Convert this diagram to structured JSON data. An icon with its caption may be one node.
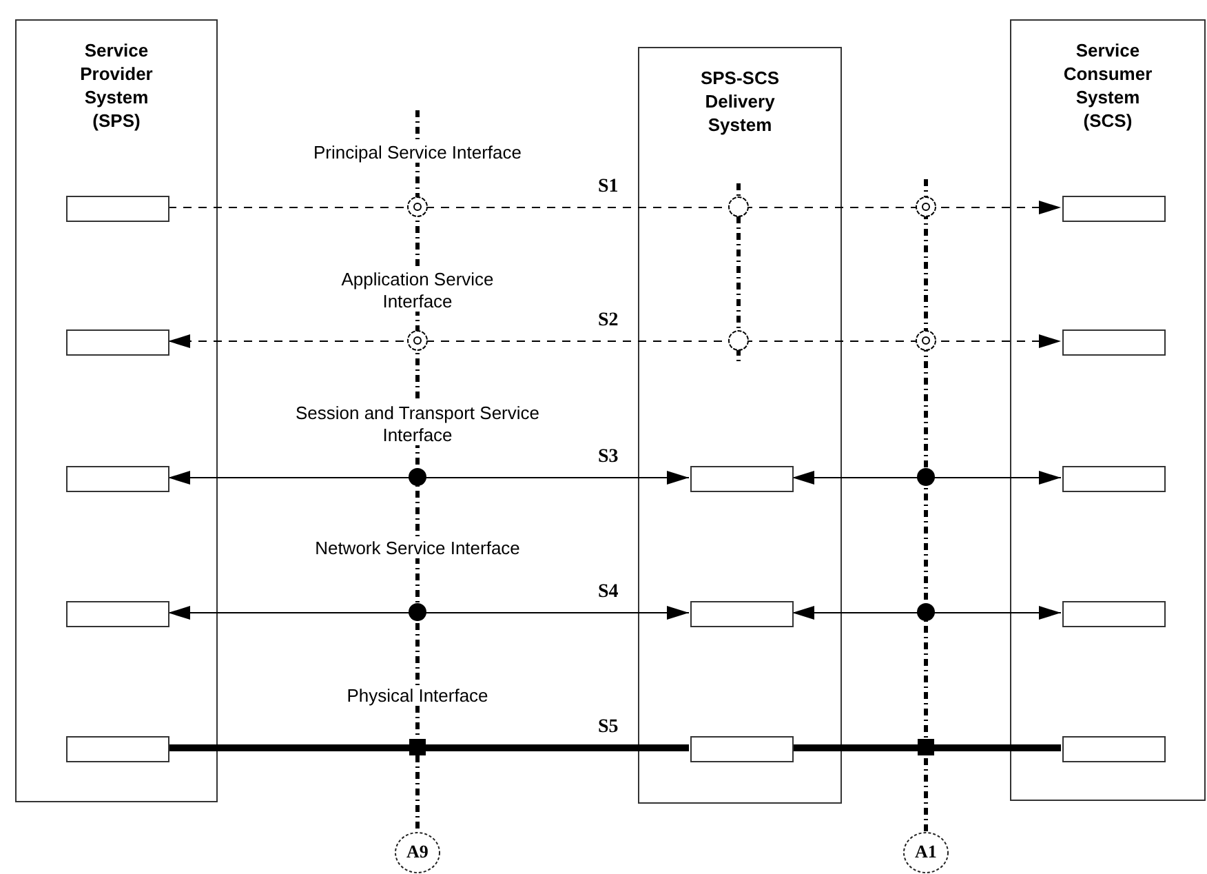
{
  "diagram": {
    "nodes": [
      {
        "text": [
          "Service Provider System (SPS)"
        ]
      },
      {
        "text": [
          "SPS-SCS Delivery System"
        ]
      },
      {
        "text": [
          "Service Consumer System (SCS)"
        ]
      },
      {
        "text": [],
        "shape": "box",
        "in": 0
      },
      {
        "text": [],
        "shape": "box",
        "in": 0
      },
      {
        "text": [],
        "shape": "box",
        "in": 0
      },
      {
        "text": [],
        "shape": "box",
        "in": 0
      },
      {
        "text": [],
        "shape": "box",
        "in": 0
      },
      {
        "text": [],
        "shape": "box",
        "in": 1
      },
      {
        "text": [],
        "shape": "box",
        "in": 1
      },
      {
        "text": [],
        "shape": "box",
        "in": 1
      },
      {
        "text": [],
        "shape": "box",
        "in": 2
      },
      {
        "text": [],
        "shape": "box",
        "in": 2
      },
      {
        "text": [],
        "shape": "box",
        "in": 2
      },
      {
        "text": [],
        "shape": "box",
        "in": 2
      },
      {
        "text": [],
        "shape": "box",
        "in": 2
      },
      {
        "text": [
          "A9"
        ]
      },
      {
        "text": [
          "A1"
        ]
      }
    ],
    "edges": [
      {
        "from": 3,
        "to": 11,
        "arrow": "to",
        "style": "dashed",
        "label": "S1"
      },
      {
        "from": 4,
        "to": 12,
        "arrow": "both",
        "style": "dashed",
        "label": "S2"
      },
      {
        "from": 5,
        "to": 8,
        "arrow": "both",
        "label": "S3"
      },
      {
        "from": 8,
        "to": 13,
        "arrow": "both"
      },
      {
        "from": 6,
        "to": 9,
        "arrow": "both",
        "label": "S4"
      },
      {
        "from": 9,
        "to": 14,
        "arrow": "both"
      },
      {
        "from": 7,
        "to": 10,
        "arrow": "none",
        "style": "thick",
        "label": "S5"
      },
      {
        "from": 10,
        "to": 15,
        "arrow": "none",
        "style": "thick"
      },
      {
        "from": null,
        "to": 16,
        "arrow": "none",
        "style": "dashed"
      },
      {
        "from": null,
        "to": 17,
        "arrow": "none",
        "style": "dashed"
      }
    ],
    "labels": [
      "Principal Service Interface",
      "Application Service Interface",
      "Session and Transport Service Interface",
      "Network Service Interface",
      "Physical Interface"
    ]
  }
}
